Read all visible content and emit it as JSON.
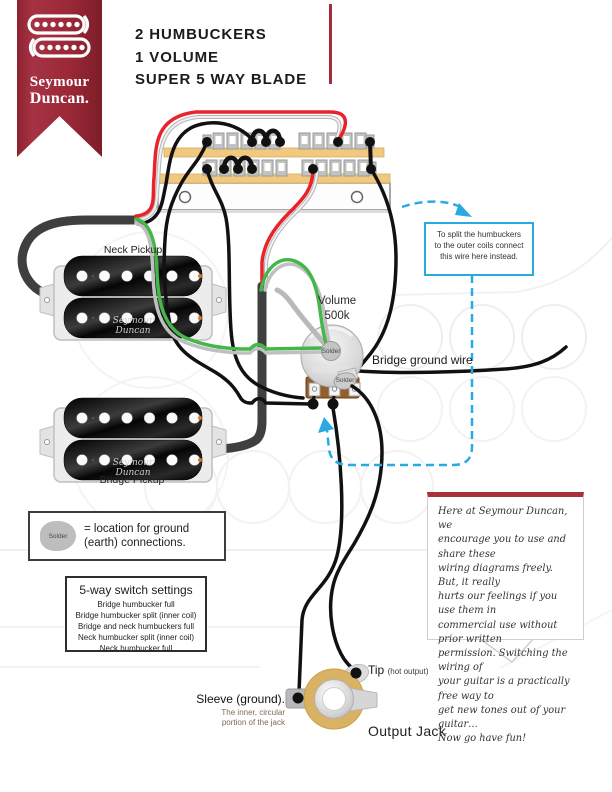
{
  "logo": {
    "brand_line1": "Seymour",
    "brand_line2": "Duncan."
  },
  "title": {
    "lines": [
      "2 HUMBUCKERS",
      "1 VOLUME",
      "SUPER 5 WAY BLADE"
    ]
  },
  "diagram": {
    "neck_pickup_label": "Neck Pickup",
    "bridge_pickup_label": "Bridge Pickup",
    "pickup_brand": "Seymour Duncan",
    "volume_label": "Volume",
    "volume_value": "500k",
    "bridge_ground_label": "Bridge ground wire",
    "solder_label": "Solder",
    "tip_label": "Tip",
    "tip_sublabel": "(hot output)",
    "sleeve_label": "Sleeve (ground).",
    "sleeve_sublines": [
      "The inner, circular",
      "portion of the jack"
    ],
    "output_jack_label": "Output Jack"
  },
  "callout": {
    "lines": [
      "To split the humbuckers",
      "to the outer coils connect",
      "this wire here instead."
    ]
  },
  "solder_legend": {
    "blob": "Solder",
    "lines": [
      "= location for ground",
      "(earth) connections."
    ]
  },
  "switch_settings": {
    "title": "5-way switch settings",
    "items": [
      "Bridge humbucker full",
      "Bridge humbucker split (inner coil)",
      "Bridge and neck humbuckers full",
      "Neck humbucker split (inner coil)",
      "Neck humbucker full"
    ]
  },
  "note": {
    "lines": [
      "Here at Seymour Duncan, we",
      "encourage you to use and share these",
      "wiring diagrams freely. But, it really",
      "hurts our feelings if you use them in",
      "commercial use without prior written",
      "permission. Switching the wiring of",
      "your guitar is a practically free way to",
      "get new tones out of your guitar…",
      "Now go have fun!"
    ]
  },
  "colors": {
    "hot_red": "#e8232a",
    "ground_green": "#44b64a",
    "neutral_wire": "#c8c8c8",
    "accent_blue": "#29abe2",
    "switch_gold": "#f0c87e",
    "jack_gold": "#d9b263",
    "banner_red": "#9a2836"
  }
}
